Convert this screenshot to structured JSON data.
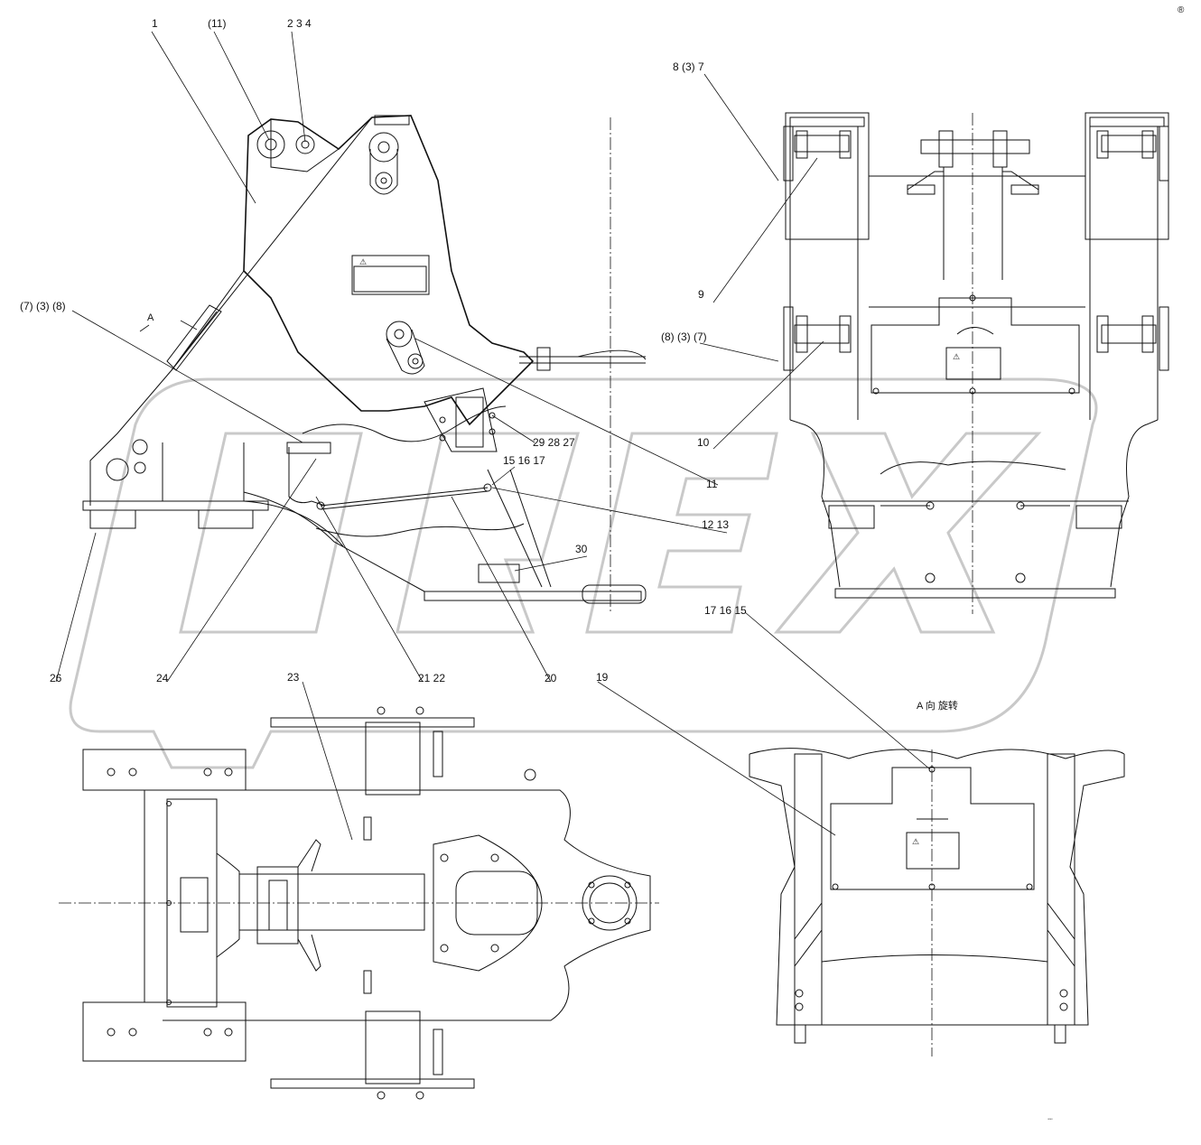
{
  "watermark": {
    "text": "OREX",
    "color": "#c9c9c9"
  },
  "corner_mark": "®",
  "view_label": "A",
  "view_caption": "A 向 旋转",
  "callouts": [
    {
      "key": "c1",
      "label": "1"
    },
    {
      "key": "c11p",
      "label": "(11)"
    },
    {
      "key": "c234",
      "label": "2  3  4"
    },
    {
      "key": "c838",
      "label": "(7) (3) (8)"
    },
    {
      "key": "c837",
      "label": "8  (3)  7"
    },
    {
      "key": "c9",
      "label": "9"
    },
    {
      "key": "c8p37",
      "label": "(8)  (3)  (7)"
    },
    {
      "key": "c10",
      "label": "10"
    },
    {
      "key": "c292827",
      "label": "29  28  27"
    },
    {
      "key": "c151617",
      "label": "15  16  17"
    },
    {
      "key": "c11",
      "label": "11"
    },
    {
      "key": "c1213",
      "label": "12  13"
    },
    {
      "key": "c30",
      "label": "30"
    },
    {
      "key": "c171615",
      "label": "17  16  15"
    },
    {
      "key": "c26",
      "label": "26"
    },
    {
      "key": "c24",
      "label": "24"
    },
    {
      "key": "c2122",
      "label": "21  22"
    },
    {
      "key": "c20",
      "label": "20"
    },
    {
      "key": "c23",
      "label": "23"
    },
    {
      "key": "c19",
      "label": "19"
    }
  ]
}
